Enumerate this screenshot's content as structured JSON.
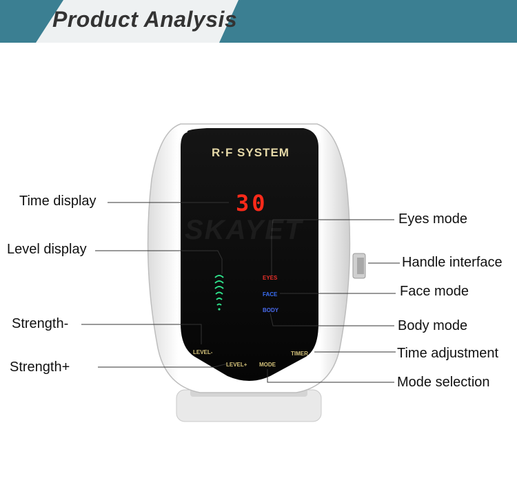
{
  "header": {
    "title": "Product Analysis"
  },
  "device": {
    "brand_title": "R·F SYSTEM",
    "time_value": "30",
    "watermark": "SKAYET",
    "buttons": {
      "level_minus": "LEVEL-",
      "level_plus": "LEVEL+",
      "mode": "MODE",
      "timer": "TIMER"
    },
    "modes": {
      "eyes": "EYES",
      "face": "FACE",
      "body": "BODY"
    },
    "colors": {
      "eyes": "#e8302a",
      "face": "#3a6ff5",
      "body": "#4a6cf0",
      "time": "#ff2a1a",
      "level": "#2ee08a",
      "gold": "#d4c27a"
    }
  },
  "callouts": {
    "time_display": "Time display",
    "level_display": "Level display",
    "strength_minus": "Strength-",
    "strength_plus": "Strength+",
    "eyes_mode": "Eyes mode",
    "handle_interface": "Handle interface",
    "face_mode": "Face mode",
    "body_mode": "Body mode",
    "time_adjustment": "Time adjustment",
    "mode_selection": "Mode selection"
  }
}
